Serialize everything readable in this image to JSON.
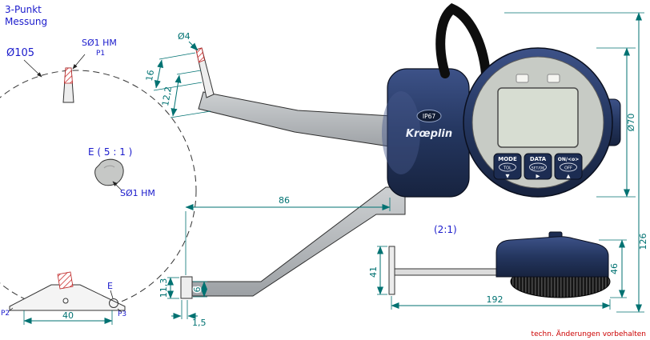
{
  "header": {
    "title_line1": "3-Punkt",
    "title_line2": "Messung"
  },
  "labels": {
    "measuring_diameter": "Ø105",
    "probe1": "SØ1 HM",
    "probe1_tag": "P1",
    "detail_title": "E ( 5 : 1 )",
    "detail_probe": "SØ1 HM",
    "e_marker": "E",
    "p2": "P2",
    "p3": "P3",
    "side_view_scale": "(2:1)"
  },
  "dims": {
    "tip_diameter": "Ø4",
    "d16": "16",
    "d12_2": "12,2",
    "d86": "86",
    "d70": "Ø70",
    "d126": "126",
    "d11_3": "11,3",
    "d6": "6",
    "d1_5": "1,5",
    "d40": "40",
    "d41": "41",
    "d46": "46",
    "d192": "192"
  },
  "device": {
    "brand": "Krœplin",
    "ip_rating": "IP67",
    "keys": [
      {
        "label": "MODE",
        "sub": "TOL",
        "arrow": "▼"
      },
      {
        "label": "DATA",
        "sub": "SET/OK",
        "arrow": "▶"
      },
      {
        "label": "ON/<o>",
        "sub": "OFF",
        "arrow": "▲"
      }
    ]
  },
  "footer": {
    "note": "techn. Änderungen vorbehalten"
  },
  "colors": {
    "dimension": "#007272",
    "label": "#1a1acc",
    "note_red": "#cc0000",
    "body_navy": "#22345e",
    "arm_gray": "#b7bbbf",
    "lcd": "#d7ddd2",
    "hatch_red": "#cc2a2a"
  }
}
